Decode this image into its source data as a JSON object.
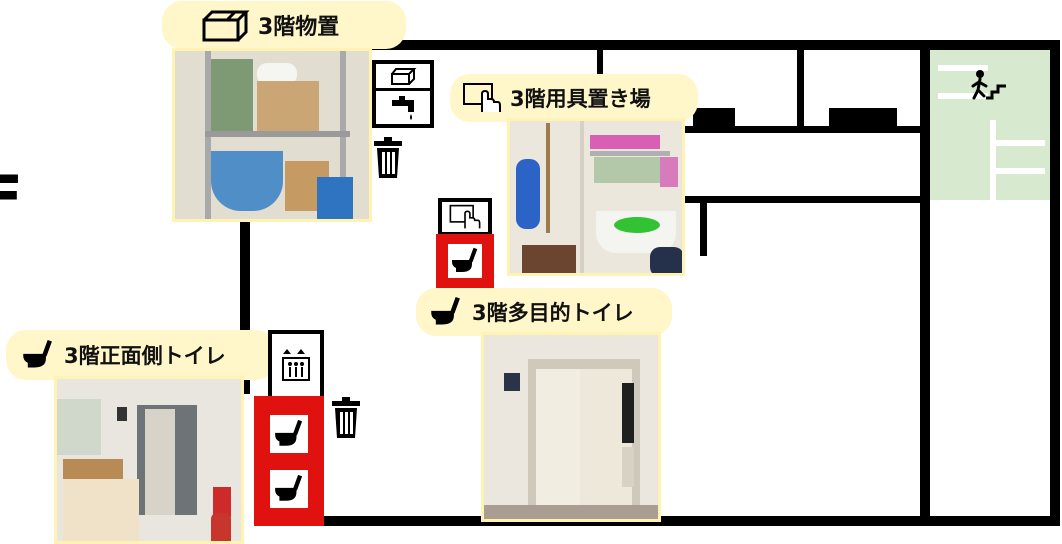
{
  "labels": {
    "storage": "3階物置",
    "equipment": "3階用具置き場",
    "multipurpose_toilet": "3階多目的トイレ",
    "front_toilet": "3階正面側トイレ"
  },
  "left_edge_text": "F",
  "colors": {
    "label_bg": "#fff6c9",
    "wall": "#000000",
    "toilet_red": "#e0120f",
    "stairs_green": "#d7ead0"
  },
  "icons": [
    "box-icon",
    "hand-gesture-icon",
    "toilet-icon",
    "trash-icon",
    "faucet-icon",
    "elevator-icon",
    "stairs-icon"
  ]
}
